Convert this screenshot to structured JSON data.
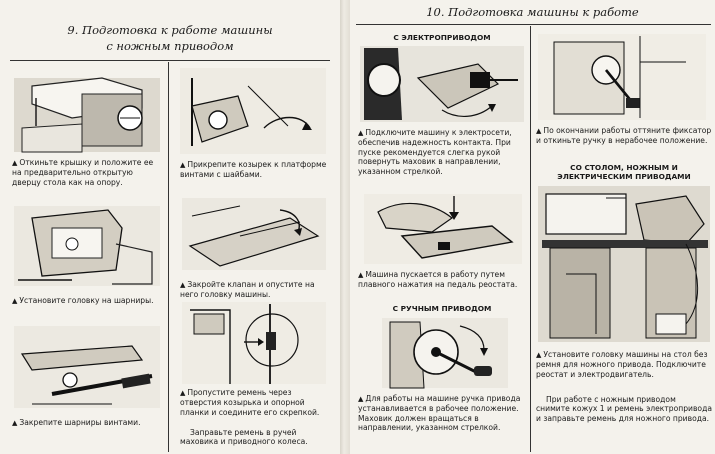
{
  "left_page": {
    "title_line1": "9. Подготовка к работе машины",
    "title_line2": "с ножным приводом",
    "steps": [
      {
        "text": "Откиньте крышку и положите ее на предварительно открытую дверцу стола как на опору."
      },
      {
        "text": "Установите головку на шарниры."
      },
      {
        "text": "Закрепите шарниры винтами."
      },
      {
        "text": "Прикрепите козырек к платформе винтами с шайбами."
      },
      {
        "text": "Закройте клапан и опустите на него головку машины."
      },
      {
        "text": "Пропустите ремень через отверстия козырька и опорной планки и соедините его скрепкой."
      },
      {
        "text": "Заправьте ремень в ручей маховика и приводного колеса."
      }
    ]
  },
  "right_page": {
    "title": "10. Подготовка машины к работе",
    "headings": {
      "electric": "С ЭЛЕКТРОПРИВОДОМ",
      "manual": "С РУЧНЫМ ПРИВОДОМ",
      "table_line1": "СО СТОЛОМ, НОЖНЫМ И",
      "table_line2": "ЭЛЕКТРИЧЕСКИМ ПРИВОДАМИ"
    },
    "steps": [
      {
        "text": "Подключите машину к электросети, обеспечив надежность контакта. При пуске рекомендуется слегка рукой повернуть маховик в направлении, указанном стрелкой."
      },
      {
        "text": "Машина пускается в работу путем плавного нажатия на педаль реостата."
      },
      {
        "text": "Для работы на машине ручка привода устанавливается в рабочее положение. Маховик должен вращаться в направлении, указанном стрелкой."
      },
      {
        "text": "По окончании работы оттяните фиксатор и откиньте ручку в нерабочее положение."
      },
      {
        "text": "Установите головку машины на стол без ремня для ножного привода. Подключите реостат и электродвигатель."
      },
      {
        "text": "При работе с ножным приводом снимите кожух 1 и ремень электропривода и заправьте ремень для ножного привода."
      }
    ]
  }
}
